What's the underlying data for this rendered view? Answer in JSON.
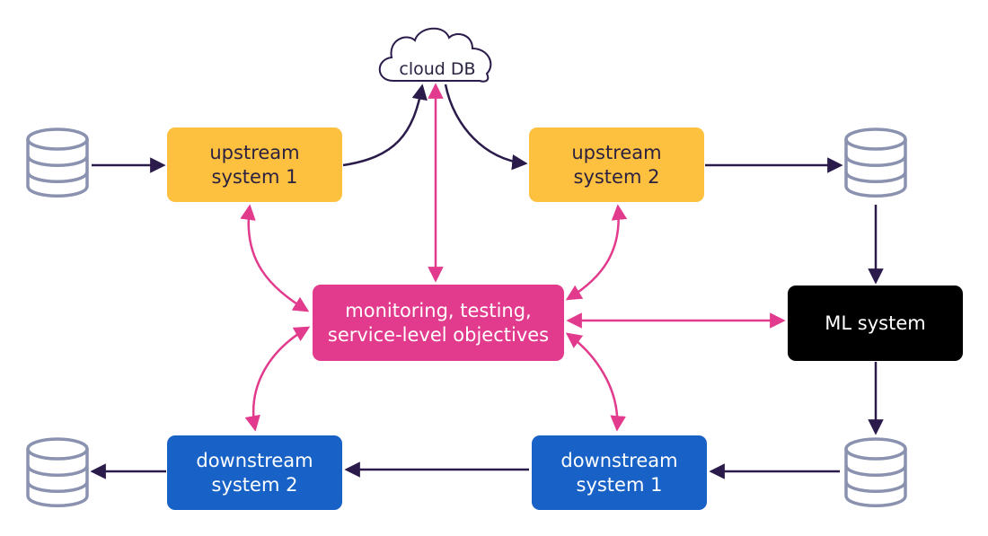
{
  "nodes": {
    "cloud": {
      "label": "cloud DB"
    },
    "upstream_1": {
      "line1": "upstream",
      "line2": "system 1"
    },
    "upstream_2": {
      "line1": "upstream",
      "line2": "system 2"
    },
    "monitoring": {
      "line1": "monitoring, testing,",
      "line2": "service-level objectives"
    },
    "ml": {
      "label": "ML system"
    },
    "downstream_1": {
      "line1": "downstream",
      "line2": "system 1"
    },
    "downstream_2": {
      "line1": "downstream",
      "line2": "system 2"
    }
  },
  "databases": [
    "database-left-top",
    "database-right-top",
    "database-right-bottom",
    "database-left-bottom"
  ],
  "colors": {
    "upstream": "#fec03f",
    "downstream": "#1761c7",
    "monitoring": "#e23a8c",
    "ml": "#000000",
    "data_flow_arrow": "#2b1b4a",
    "monitoring_arrow": "#e23a8c",
    "database_outline": "#8a92b0"
  }
}
